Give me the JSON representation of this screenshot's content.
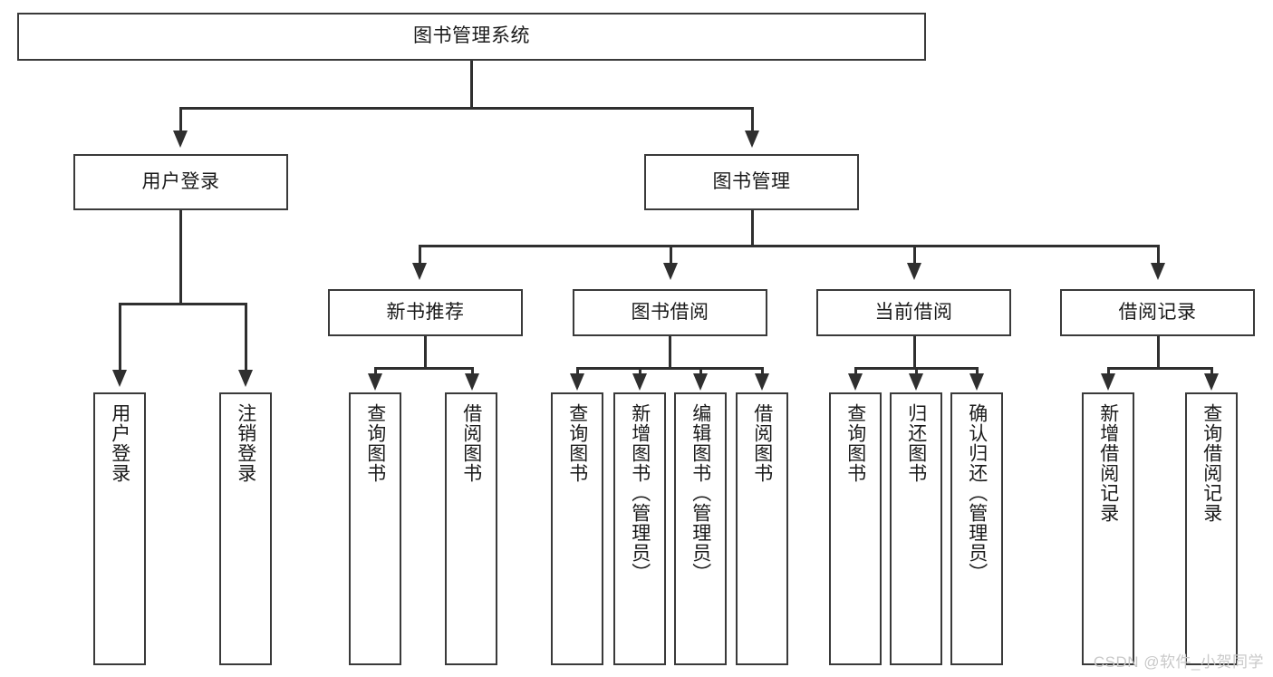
{
  "diagram": {
    "title": "图书管理系统",
    "type": "tree-hierarchy",
    "watermark": "CSDN @软件_小贺同学",
    "accent_color": "#3a3a3a",
    "line_color": "#2f2f2f",
    "background": "#ffffff",
    "levels": {
      "level1": [
        "图书管理系统"
      ],
      "level2": [
        "用户登录",
        "图书管理"
      ],
      "level3": [
        "新书推荐",
        "图书借阅",
        "当前借阅",
        "借阅记录"
      ],
      "level4": [
        "用户登录",
        "注销登录",
        "查询图书",
        "借阅图书",
        "查询图书",
        "新增图书（管理员）",
        "编辑图书（管理员）",
        "借阅图书",
        "查询图书",
        "归还图书",
        "确认归还（管理员）",
        "新增借阅记录",
        "查询借阅记录"
      ]
    },
    "nodes": {
      "root": {
        "label": "图书管理系统"
      },
      "user_login": {
        "label": "用户登录"
      },
      "book_mgmt": {
        "label": "图书管理"
      },
      "new_book_rec": {
        "label": "新书推荐"
      },
      "book_borrow": {
        "label": "图书借阅"
      },
      "current_borrow": {
        "label": "当前借阅"
      },
      "borrow_record": {
        "label": "借阅记录"
      },
      "leaf_user_login": {
        "label": "用户登录"
      },
      "leaf_logout": {
        "label": "注销登录"
      },
      "leaf_query_book_1": {
        "label": "查询图书"
      },
      "leaf_borrow_book_1": {
        "label": "借阅图书"
      },
      "leaf_query_book_2": {
        "label": "查询图书"
      },
      "leaf_add_book": {
        "label": "新增图书（管理员）"
      },
      "leaf_edit_book": {
        "label": "编辑图书（管理员）"
      },
      "leaf_borrow_book_2": {
        "label": "借阅图书"
      },
      "leaf_query_book_3": {
        "label": "查询图书"
      },
      "leaf_return_book": {
        "label": "归还图书"
      },
      "leaf_confirm_return": {
        "label": "确认归还（管理员）"
      },
      "leaf_add_record": {
        "label": "新增借阅记录"
      },
      "leaf_query_record": {
        "label": "查询借阅记录"
      }
    }
  }
}
